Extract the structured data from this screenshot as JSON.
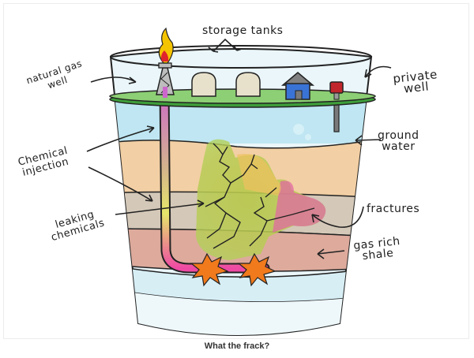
{
  "figure": {
    "caption": "What the frack?",
    "labels": {
      "storage_tanks": "storage tanks",
      "natural_gas_well": "natural gas\nwell",
      "private_well": "private\nwell",
      "ground_water": "ground\nwater",
      "chemical_injection": "Chemical\ninjection",
      "leaking_chemicals": "leaking\nchemicals",
      "fractures": "fractures",
      "gas_rich_shale": "gas rich\nshale"
    },
    "colors": {
      "glass": "#e8f4f8",
      "ground_platform": "#7cc36a",
      "groundwater": "#bfe6f2",
      "sand_layer": "#f2cfa4",
      "gray_layer": "#d4c8b8",
      "shale": "#ddaa9c",
      "bottom_water": "#ddf0f5",
      "house": "#3a73d6",
      "private_well_cap": "#c0262c",
      "tank": "#e7e1cc",
      "flame": "#f5c400",
      "explosion": "#f07a1c",
      "pipe_top": "#cc66cc",
      "pipe_mid": "#e6e66a",
      "pipe_bottom": "#ee4aa3"
    }
  }
}
